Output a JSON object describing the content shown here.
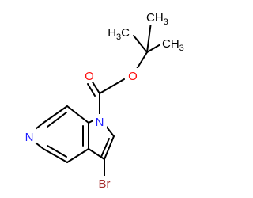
{
  "colors": {
    "bond": "#000000",
    "nitrogen": "#1f1fff",
    "oxygen": "#ff0d0d",
    "bromine": "#a52a2a",
    "carbon_label": "#000000",
    "background": "#ffffff"
  },
  "atoms": {
    "pyridine_n": {
      "symbol": "N"
    },
    "pyrrole_n": {
      "symbol": "N"
    },
    "carbonyl_o": {
      "symbol": "O"
    },
    "ester_o": {
      "symbol": "O"
    },
    "bromine": {
      "symbol": "Br"
    },
    "methyl_left": {
      "main": "H",
      "sub": "3",
      "tail": "C"
    },
    "methyl_right": {
      "main": "CH",
      "sub": "3"
    },
    "methyl_bottom": {
      "main": "CH",
      "sub": "3"
    }
  }
}
